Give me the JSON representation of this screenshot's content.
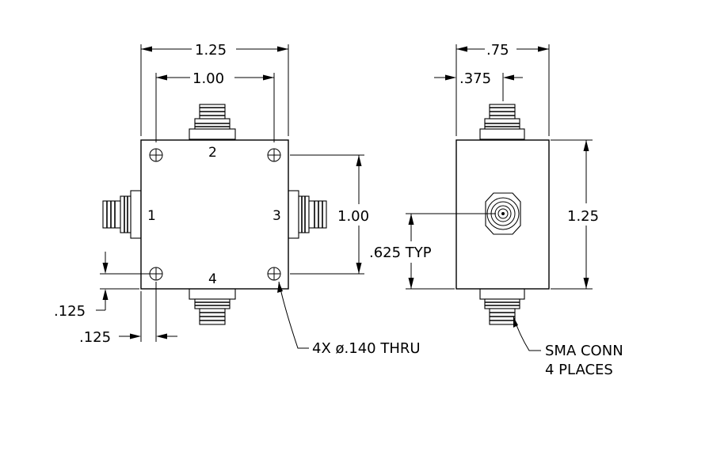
{
  "front_view": {
    "width_label": "1.25",
    "hole_spacing_h": "1.00",
    "hole_spacing_v": "1.00",
    "edge_offset_v": ".125",
    "edge_offset_h": ".125",
    "port_labels": [
      "1",
      "2",
      "3",
      "4"
    ],
    "hole_note": "4X ø.140 THRU"
  },
  "side_view": {
    "width_label": ".75",
    "center_offset": ".375",
    "height_label": "1.25",
    "connector_height": ".625 TYP",
    "connector_note": [
      "SMA CONN",
      "4 PLACES"
    ]
  }
}
